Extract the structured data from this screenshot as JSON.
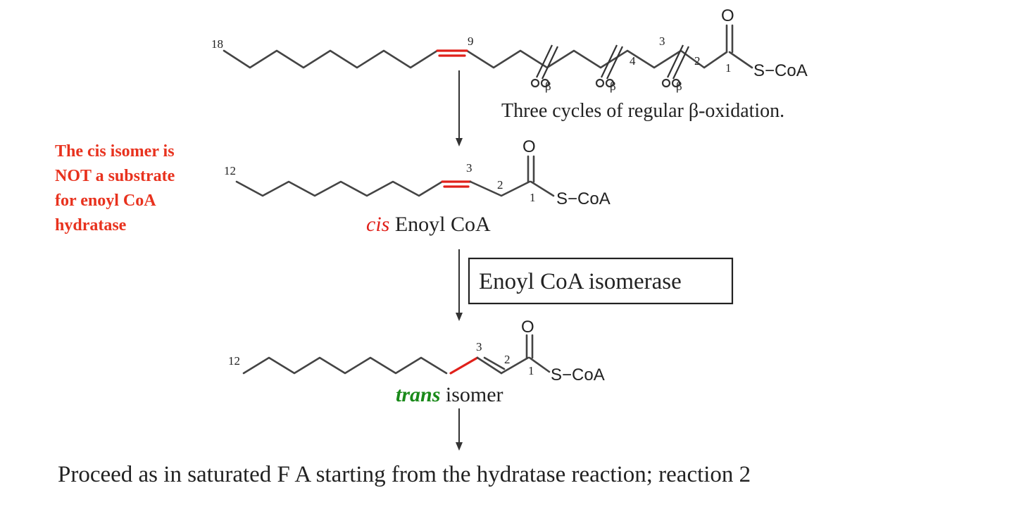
{
  "molecule1": {
    "carbon_labels": {
      "c18": "18",
      "c9": "9",
      "c4": "4",
      "c3": "3",
      "c2": "2",
      "c1": "1"
    },
    "oxygen": "O",
    "thioester": "S−CoA",
    "cycle_label": "β",
    "caption": "Three cycles of regular β-oxidation."
  },
  "note": {
    "lines": [
      "The cis isomer is",
      "NOT a substrate",
      "for enoyl CoA",
      "hydratase"
    ],
    "color": "#e8321e"
  },
  "molecule2": {
    "carbon_labels": {
      "c12": "12",
      "c3": "3",
      "c2": "2",
      "c1": "1"
    },
    "oxygen": "O",
    "thioester": "S−CoA",
    "name_italic": "cis",
    "name_rest": " Enoyl CoA"
  },
  "enzyme": {
    "label": "Enoyl CoA isomerase"
  },
  "molecule3": {
    "carbon_labels": {
      "c12": "12",
      "c3": "3",
      "c2": "2",
      "c1": "1"
    },
    "oxygen": "O",
    "thioester": "S−CoA",
    "name_italic": "trans",
    "name_rest": " isomer"
  },
  "footer": {
    "text": "Proceed as in saturated F A starting from the hydratase reaction; reaction 2"
  },
  "colors": {
    "cis_red": "#e0201a",
    "trans_green": "#1a8a1a",
    "bond_gray": "#444444"
  }
}
